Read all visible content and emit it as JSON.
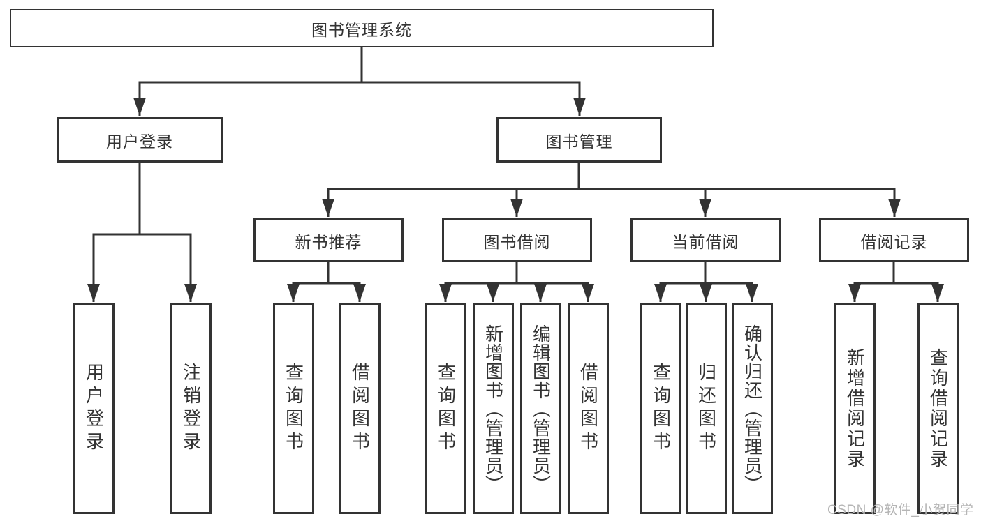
{
  "diagram": {
    "root": {
      "label": "图书管理系统"
    },
    "branches": {
      "user_login": {
        "label": "用户登录",
        "children": {
          "login": "用户登录",
          "logout": "注销登录"
        }
      },
      "book_mgmt": {
        "label": "图书管理",
        "sections": {
          "new_book": {
            "label": "新书推荐",
            "children": {
              "query": "查询图书",
              "borrow": "借阅图书"
            }
          },
          "book_borrow": {
            "label": "图书借阅",
            "children": {
              "query": "查询图书",
              "add": "新增图书（管理员）",
              "edit": "编辑图书（管理员）",
              "borrow": "借阅图书"
            }
          },
          "current_borrow": {
            "label": "当前借阅",
            "children": {
              "query": "查询图书",
              "return": "归还图书",
              "confirm": "确认归还（管理员）"
            }
          },
          "borrow_record": {
            "label": "借阅记录",
            "children": {
              "add": "新增借阅记录",
              "query": "查询借阅记录"
            }
          }
        }
      }
    }
  },
  "watermark": {
    "text": "CSDN @软件_小贺同学"
  },
  "colors": {
    "line": "#333333",
    "text": "#333333",
    "box_background": "#ffffff",
    "page_background": "#ffffff",
    "watermark_color": "#b5b5b5"
  }
}
